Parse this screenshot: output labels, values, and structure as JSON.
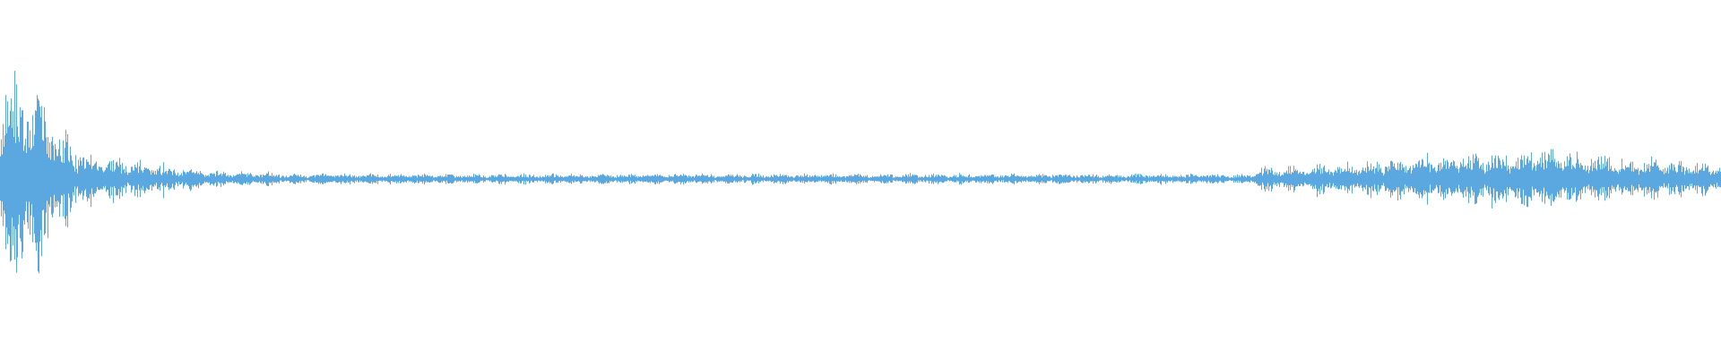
{
  "waveform": {
    "color": "#5ba8e0",
    "background": "#ffffff",
    "envelope": [
      0.55,
      0.62,
      0.58,
      0.64,
      0.57,
      0.6,
      0.56,
      0.52,
      0.5,
      0.52,
      0.49,
      0.46,
      0.44,
      0.4,
      0.36,
      0.32,
      0.28,
      0.25,
      0.22,
      0.2,
      0.18,
      0.17,
      0.16,
      0.15,
      0.15,
      0.14,
      0.13,
      0.12,
      0.14,
      0.13,
      0.12,
      0.11,
      0.11,
      0.12,
      0.15,
      0.12,
      0.11,
      0.1,
      0.1,
      0.09,
      0.09,
      0.08,
      0.08,
      0.08,
      0.08,
      0.07,
      0.07,
      0.07,
      0.07,
      0.06,
      0.06,
      0.06,
      0.05,
      0.05,
      0.05,
      0.05,
      0.05,
      0.05,
      0.05,
      0.04,
      0.04,
      0.04,
      0.04,
      0.04,
      0.04,
      0.04,
      0.04,
      0.04,
      0.04,
      0.04,
      0.04,
      0.03,
      0.03,
      0.03,
      0.03,
      0.03,
      0.03,
      0.03,
      0.03,
      0.03,
      0.03,
      0.03,
      0.03,
      0.03,
      0.03,
      0.03,
      0.03,
      0.03,
      0.03,
      0.03,
      0.03,
      0.03,
      0.03,
      0.03,
      0.03,
      0.03,
      0.03,
      0.03,
      0.03,
      0.03,
      0.03,
      0.03,
      0.03,
      0.03,
      0.03,
      0.03,
      0.03,
      0.03,
      0.03,
      0.03,
      0.03,
      0.03,
      0.03,
      0.03,
      0.03,
      0.03,
      0.03,
      0.03,
      0.03,
      0.03,
      0.03,
      0.03,
      0.03,
      0.03,
      0.03,
      0.03,
      0.03,
      0.03,
      0.03,
      0.03,
      0.03,
      0.03,
      0.03,
      0.03,
      0.03,
      0.03,
      0.03,
      0.03,
      0.03,
      0.03,
      0.03,
      0.03,
      0.03,
      0.03,
      0.03,
      0.03,
      0.03,
      0.03,
      0.03,
      0.03,
      0.03,
      0.03,
      0.03,
      0.03,
      0.03,
      0.03,
      0.03,
      0.03,
      0.03,
      0.03,
      0.03,
      0.03,
      0.03,
      0.03,
      0.03,
      0.03,
      0.03,
      0.03,
      0.03,
      0.03,
      0.03,
      0.03,
      0.03,
      0.03,
      0.03,
      0.03,
      0.03,
      0.03,
      0.03,
      0.03,
      0.03,
      0.03,
      0.03,
      0.03,
      0.03,
      0.03,
      0.03,
      0.03,
      0.03,
      0.03,
      0.03,
      0.03,
      0.03,
      0.03,
      0.03,
      0.03,
      0.03,
      0.03,
      0.03,
      0.03,
      0.03,
      0.03,
      0.03,
      0.03,
      0.03,
      0.03,
      0.03,
      0.03,
      0.03,
      0.03,
      0.03,
      0.03,
      0.03,
      0.03,
      0.03,
      0.03,
      0.03,
      0.03,
      0.03,
      0.03,
      0.03,
      0.03,
      0.03,
      0.03,
      0.03,
      0.03,
      0.03,
      0.03,
      0.03,
      0.03,
      0.03,
      0.03,
      0.03,
      0.03,
      0.03,
      0.03,
      0.03,
      0.03,
      0.03,
      0.03,
      0.03,
      0.03,
      0.03,
      0.03,
      0.03,
      0.03,
      0.03,
      0.03,
      0.03,
      0.03,
      0.03,
      0.03,
      0.03,
      0.03,
      0.03,
      0.03,
      0.03,
      0.03,
      0.03,
      0.03,
      0.03,
      0.03,
      0.03,
      0.03,
      0.03,
      0.03,
      0.03,
      0.03,
      0.03,
      0.03,
      0.03,
      0.03,
      0.03,
      0.03,
      0.03,
      0.03,
      0.03,
      0.03,
      0.03,
      0.03,
      0.03,
      0.03,
      0.03,
      0.03,
      0.03,
      0.03,
      0.03,
      0.03,
      0.03,
      0.03,
      0.03,
      0.03,
      0.03,
      0.03,
      0.03,
      0.03,
      0.03,
      0.03,
      0.03,
      0.03,
      0.03,
      0.03,
      0.03,
      0.03,
      0.03,
      0.03,
      0.03,
      0.03,
      0.03,
      0.03,
      0.03,
      0.03,
      0.03,
      0.03,
      0.03,
      0.03,
      0.03,
      0.03,
      0.03,
      0.03
    ],
    "envelope_tail": [
      0.06,
      0.07,
      0.07,
      0.08,
      0.08,
      0.08,
      0.09,
      0.09,
      0.1,
      0.1,
      0.11,
      0.11,
      0.12,
      0.12,
      0.13,
      0.13,
      0.14,
      0.14,
      0.14,
      0.15,
      0.15,
      0.15,
      0.16,
      0.16,
      0.16,
      0.16,
      0.15,
      0.15,
      0.14,
      0.14,
      0.13,
      0.13,
      0.12,
      0.12,
      0.11,
      0.11,
      0.1,
      0.1,
      0.09,
      0.09
    ]
  }
}
